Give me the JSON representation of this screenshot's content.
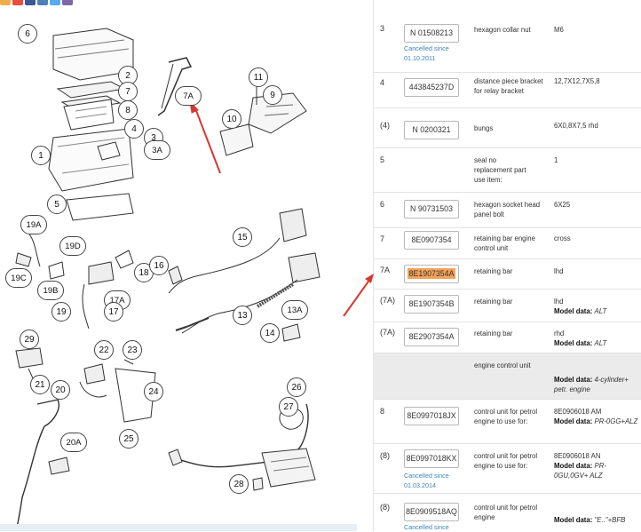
{
  "colors": {
    "share": [
      "#f0ad4e",
      "#e74c3c",
      "#3b5998",
      "#4d7fb8",
      "#55acee",
      "#7b68a6"
    ]
  },
  "diagram": {
    "callouts": [
      "6",
      "2",
      "7",
      "8",
      "4",
      "3",
      "3A",
      "1",
      "5",
      "7A",
      "11",
      "9",
      "10",
      "19A",
      "19D",
      "19C",
      "19B",
      "19",
      "18",
      "17A",
      "17",
      "16",
      "15",
      "13",
      "13A",
      "14",
      "29",
      "22",
      "23",
      "21",
      "20",
      "24",
      "25",
      "20A",
      "26",
      "27",
      "28"
    ]
  },
  "parts": [
    {
      "pos": "3",
      "pn": "N 01508213",
      "cancel": "Cancelled since 01.10.2011",
      "desc": "hexagon collar nut",
      "rem": "M6"
    },
    {
      "pos": "4",
      "pn": "443845237D",
      "cancel": "",
      "desc": "distance piece bracket for relay bracket",
      "rem": "12,7X12,7X5,8"
    },
    {
      "pos": "(4)",
      "pn": "N 0200321",
      "cancel": "",
      "desc": "bungs",
      "rem": "6X0,8X7,5 rhd"
    },
    {
      "pos": "5",
      "pn": "",
      "cancel": "",
      "desc": "seal no replacement part use item:",
      "rem": "1"
    },
    {
      "pos": "6",
      "pn": "N 90731503",
      "cancel": "",
      "desc": "hexagon socket head panel bolt",
      "rem": "6X25"
    },
    {
      "pos": "7",
      "pn": "8E0907354",
      "cancel": "",
      "desc": "retaining bar engine control unit",
      "rem": "cross"
    },
    {
      "pos": "7A",
      "pn": "8E1907354A",
      "cancel": "",
      "desc": "retaining bar",
      "rem": "lhd"
    },
    {
      "pos": "(7A)",
      "pn": "8E1907354B",
      "cancel": "",
      "desc": "retaining bar",
      "rem": "lhd",
      "model_label": "Model data:",
      "model_value": "ALT"
    },
    {
      "pos": "(7A)",
      "pn": "8E2907354A",
      "cancel": "",
      "desc": "retaining bar",
      "rem": "rhd",
      "model_label": "Model data:",
      "model_value": "ALT"
    },
    {
      "pos": "",
      "pn": "",
      "cancel": "",
      "desc": "engine control unit",
      "rem": "",
      "model_label": "Model data:",
      "model_value": "4-cylinder+ petr. engine"
    },
    {
      "pos": "8",
      "pn": "8E0997018JX",
      "cancel": "",
      "desc": "control unit for petrol engine to use for:",
      "rem": "8E0906018 AM",
      "model_label": "Model data:",
      "model_value": "PR-0GG+ALZ"
    },
    {
      "pos": "(8)",
      "pn": "8E0997018KX",
      "cancel": "Cancelled since 01.03.2014",
      "desc": "control unit for petrol engine to use for:",
      "rem": "8E0906018 AN",
      "model_label": "Model data:",
      "model_value": "PR-0GU,0GV+ ALZ"
    },
    {
      "pos": "(8)",
      "pn": "8E0909518AQ",
      "cancel": "Cancelled since",
      "desc": "control unit for petrol engine",
      "rem": "",
      "model_label": "Model data:",
      "model_value": "\"E..\"+BFB"
    }
  ]
}
